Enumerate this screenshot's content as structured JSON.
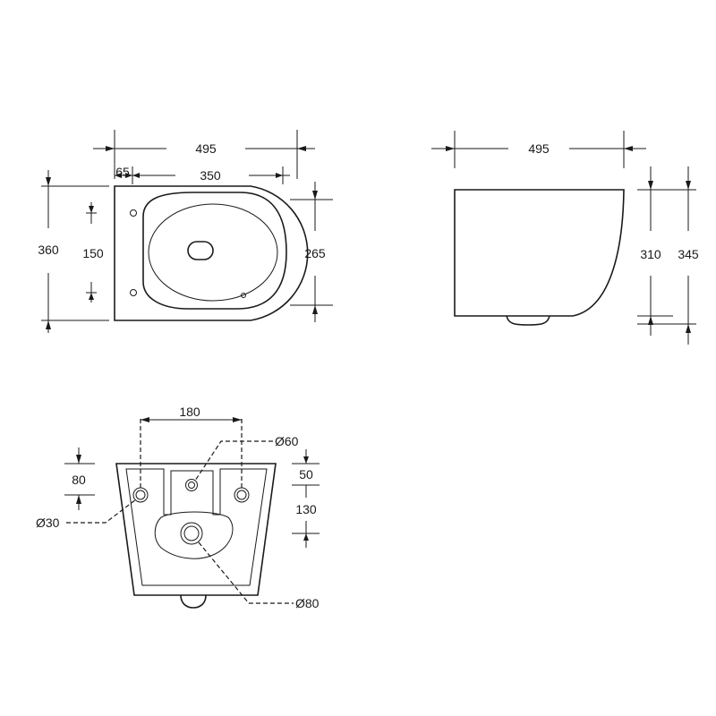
{
  "top_view": {
    "overall_length": "495",
    "rear_offset": "65",
    "bowl_length": "350",
    "overall_width": "360",
    "fixing_spacing": "150",
    "bowl_width": "265"
  },
  "side_view": {
    "overall_length": "495",
    "bowl_height": "310",
    "overall_height": "345"
  },
  "rear_view": {
    "fixing_centres": "180",
    "inlet_diameter": "Ø60",
    "fixing_height": "80",
    "inlet_offset": "50",
    "outlet_offset": "130",
    "fixing_diameter": "Ø30",
    "outlet_diameter": "Ø80"
  },
  "colors": {
    "line": "#1a1a1a",
    "background": "#ffffff"
  }
}
